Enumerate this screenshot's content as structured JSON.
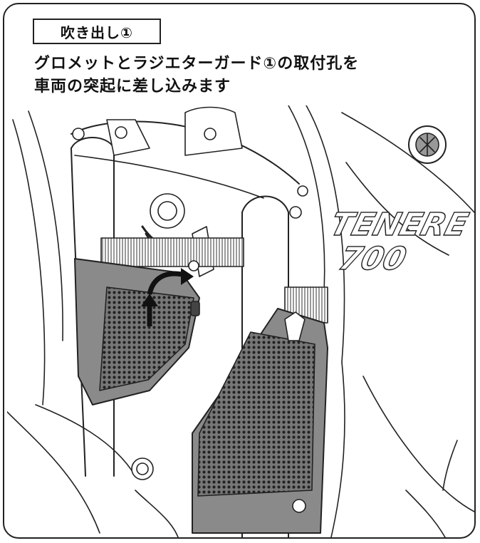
{
  "callout": {
    "label": "吹き出し①"
  },
  "instruction": {
    "line1": "グロメットとラジエターガード①の取付孔を",
    "line2": "車両の突起に差し込みます"
  },
  "illustration": {
    "brand_text": "TENERE",
    "model_text": "700"
  }
}
